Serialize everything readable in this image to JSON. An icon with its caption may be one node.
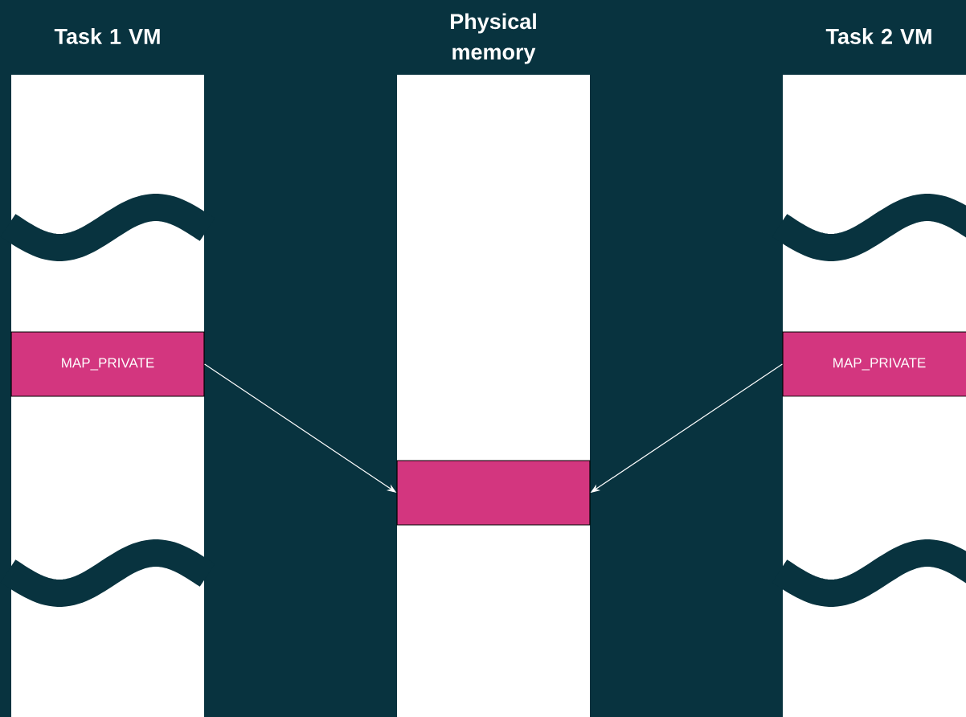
{
  "diagram": {
    "nodes": [
      {
        "text": [
          "Task 1 VM"
        ]
      },
      {
        "text": [
          "Physical memory"
        ]
      },
      {
        "text": [
          "Task 2 VM"
        ]
      },
      {
        "text": [
          "MAP_PRIVATE"
        ],
        "in": 0
      },
      {
        "text": [],
        "shape": "box",
        "in": 1
      },
      {
        "text": [
          "MAP_PRIVATE"
        ],
        "in": 2
      }
    ],
    "edges": [
      {
        "from": 3,
        "to": 4,
        "arrow": "to"
      },
      {
        "from": 5,
        "to": 4,
        "arrow": "to"
      }
    ]
  }
}
